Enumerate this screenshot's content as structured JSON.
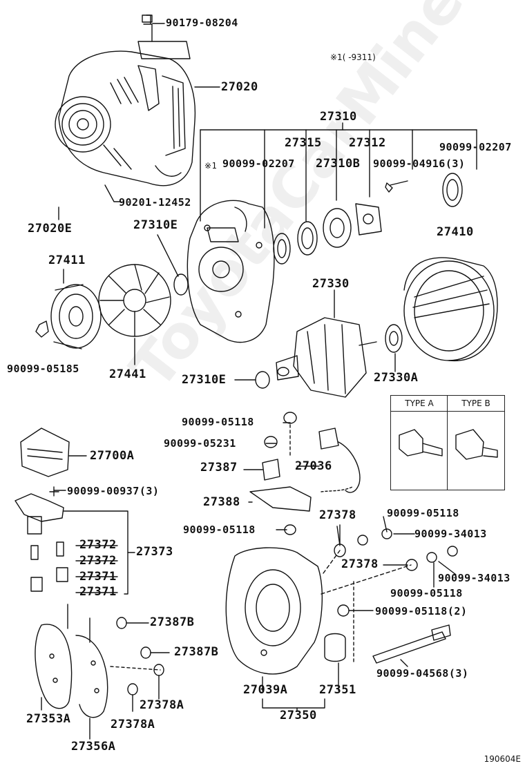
{
  "diagram_ref": "190604E",
  "watermark": "ToyotaCarMine.ru",
  "note": {
    "mark": "※1",
    "text": "(      -9311)"
  },
  "type_table": {
    "a": "TYPE A",
    "b": "TYPE B"
  },
  "labels": {
    "p90179_08204": "90179-08204",
    "p27020": "27020",
    "p27310": "27310",
    "p27315": "27315",
    "p27312": "27312",
    "p90099_02207_r": "90099-02207",
    "p_mark1": "※1",
    "p90099_02207_l": "90099-02207",
    "p27310b": "27310B",
    "p90099_04916": "90099-04916(3)",
    "p90201_12452": "90201-12452",
    "p27020e": "27020E",
    "p27310e_top": "27310E",
    "p27410": "27410",
    "p27411": "27411",
    "p27330": "27330",
    "p90099_05185": "90099-05185",
    "p27441": "27441",
    "p27310e_bot": "27310E",
    "p27330a": "27330A",
    "p90099_05118_a": "90099-05118",
    "p90099_05231": "90099-05231",
    "p27700a": "27700A",
    "p27387": "27387",
    "p27036": "27036",
    "p90099_00937": "90099-00937(3)",
    "p27388": "27388",
    "p27378_a": "27378",
    "p90099_05118_b": "90099-05118",
    "p90099_05118_c": "90099-05118",
    "p90099_34013_a": "90099-34013",
    "p27372_a": "27372",
    "p27373": "27373",
    "p27372_b": "27372",
    "p27378_b": "27378",
    "p27371_a": "27371",
    "p90099_34013_b": "90099-34013",
    "p90099_05118_d": "90099-05118",
    "p27371_b": "27371",
    "p90099_05118_e": "90099-05118(2)",
    "p27387b_a": "27387B",
    "p27387b_b": "27387B",
    "p90099_04568": "90099-04568(3)",
    "p27039a": "27039A",
    "p27351": "27351",
    "p27378a_a": "27378A",
    "p27353a": "27353A",
    "p27378a_b": "27378A",
    "p27350": "27350",
    "p27356a": "27356A"
  }
}
